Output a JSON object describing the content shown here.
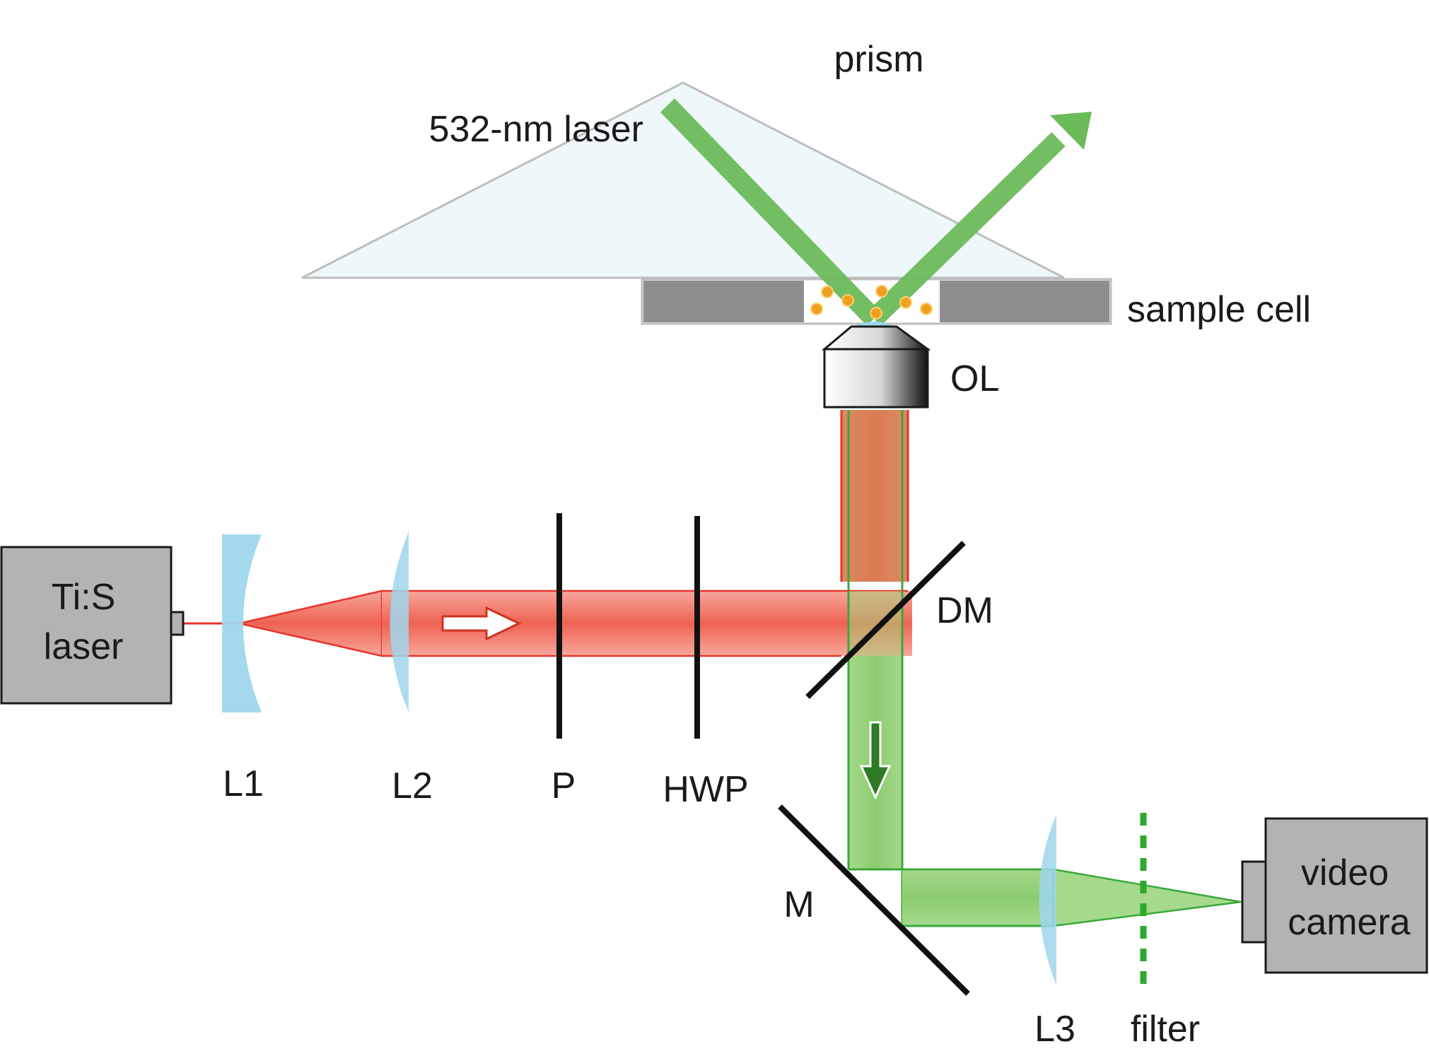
{
  "labels": {
    "prism": "prism",
    "laser_532": "532-nm laser",
    "sample_cell": "sample cell",
    "objective": "OL",
    "tis_line1": "Ti:S",
    "tis_line2": "laser",
    "l1": "L1",
    "l2": "L2",
    "polarizer": "P",
    "hwp": "HWP",
    "dichroic": "DM",
    "mirror": "M",
    "l3": "L3",
    "filter": "filter",
    "camera_line1": "video",
    "camera_line2": "camera"
  },
  "colors": {
    "red_beam": "#ee6a5a",
    "red_edge": "#e8342a",
    "green_beam": "#8fcd72",
    "green_edge": "#3aa83a",
    "laser_green": "#6cbb5a",
    "lens_blue": "#9fd6ec",
    "prism_fill": "#eef8fb",
    "device_gray": "#b3b3b3",
    "cell_gray": "#8e8e8e",
    "particle_orange": "#f0a020"
  }
}
